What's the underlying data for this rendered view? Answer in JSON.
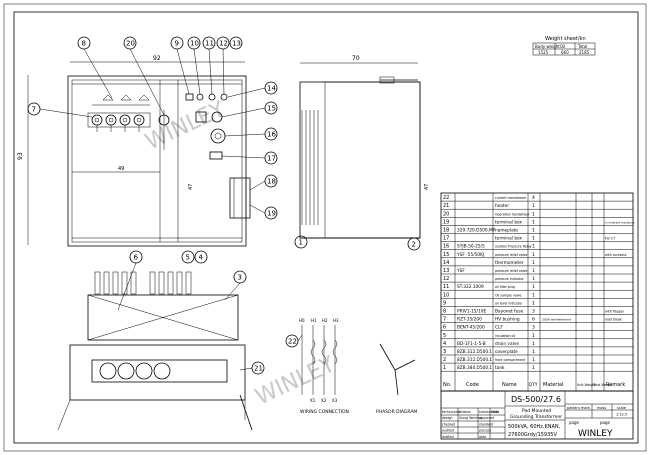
{
  "weight_sheet": {
    "title": "Weight sheet/kn",
    "headers": [
      "Body weight",
      "Oil",
      "Total"
    ],
    "values": [
      "1525",
      "660",
      "2185"
    ]
  },
  "dimensions": {
    "front_width": "92",
    "front_height": "93",
    "inner_width": "49",
    "door_height": "47",
    "side_width": "70",
    "side_height": "47"
  },
  "balloons": [
    "1",
    "2",
    "3",
    "4",
    "5",
    "6",
    "7",
    "8",
    "9",
    "10",
    "11",
    "12",
    "13",
    "14",
    "15",
    "16",
    "17",
    "18",
    "19",
    "20",
    "21",
    "22"
  ],
  "bom": {
    "header": [
      "No.",
      "Code",
      "Name",
      "QTY",
      "Material",
      "Unit Weight",
      "Total Weight",
      "Remark"
    ],
    "rows": [
      [
        "22",
        "",
        "current transformer",
        "4",
        "",
        "",
        "",
        ""
      ],
      [
        "21",
        "",
        "heater",
        "1",
        "",
        "",
        "",
        ""
      ],
      [
        "20",
        "",
        "Operation handwheel",
        "1",
        "",
        "",
        "",
        ""
      ],
      [
        "19",
        "",
        "terminal box",
        "1",
        "",
        "",
        "",
        "in inherent insulance"
      ],
      [
        "18",
        "329.720.D500.MP",
        "nameplate",
        "1",
        "",
        "",
        "",
        ""
      ],
      [
        "17",
        "",
        "terminal box",
        "1",
        "",
        "",
        "",
        "For CT"
      ],
      [
        "16",
        "SYJB-50-25/5",
        "Sudden Pressure Relay",
        "1",
        "",
        "",
        "",
        ""
      ],
      [
        "15",
        "YSF -55/50KJ",
        "pressure relief valve",
        "1",
        "",
        "",
        "",
        "with contacts"
      ],
      [
        "14",
        "",
        "thermometer",
        "1",
        "",
        "",
        "",
        ""
      ],
      [
        "13",
        "YSF",
        "pressure relief valve",
        "1",
        "",
        "",
        "",
        ""
      ],
      [
        "12",
        "",
        "pressure indicator",
        "1",
        "",
        "",
        "",
        ""
      ],
      [
        "11",
        "ST.322.1009",
        "oil filler plug",
        "1",
        "",
        "",
        "",
        ""
      ],
      [
        "10",
        "",
        "Oil sample valve",
        "1",
        "",
        "",
        "",
        ""
      ],
      [
        "9",
        "",
        "oil level indicator",
        "1",
        "",
        "",
        "",
        ""
      ],
      [
        "8",
        "PRIV1-15/10E",
        "Bayonet fuse",
        "3",
        "",
        "",
        "",
        "with flapper"
      ],
      [
        "7",
        "RZT-35/200",
        "HV bushing",
        "6",
        "200A welldelement",
        "",
        "",
        "load break"
      ],
      [
        "6",
        "BENT-45/200",
        "CLF",
        "3",
        "",
        "",
        "",
        ""
      ],
      [
        "5",
        "",
        "insulation oil",
        "1",
        "",
        "",
        "",
        ""
      ],
      [
        "4",
        "BD-1F1-1-5-B",
        "drain valve",
        "1",
        "",
        "",
        "",
        ""
      ],
      [
        "3",
        "8ZB.312.D500.1",
        "coverplate",
        "1",
        "",
        "",
        "",
        ""
      ],
      [
        "2",
        "8ZB.312.D500.1",
        "front compartment",
        "1",
        "",
        "",
        "",
        ""
      ],
      [
        "1",
        "8ZB.384.D500.1",
        "tank",
        "1",
        "",
        "",
        "",
        ""
      ]
    ]
  },
  "title_block": {
    "drawing_no": "DS-500/27.6",
    "title_line1": "Pad Mounted",
    "title_line2": "Grounding Transformer",
    "spec_line1": "500kVA, 60Hz,KNAN,",
    "spec_line2": "27600Grdy/15935V",
    "company": "WINLEY",
    "stage_labels": [
      "pattern mark",
      "mass",
      "scale"
    ],
    "scale": "1:12.5",
    "sheet": "page",
    "pages": "page",
    "sign_rows": [
      [
        "technicalde",
        "mideze",
        "kriankutidda",
        "idate"
      ],
      [
        "design",
        "Xiong Wenhua",
        "approved",
        ""
      ],
      [
        "checked",
        "",
        "standard",
        ""
      ],
      [
        "audited",
        "",
        "process",
        ""
      ],
      [
        "drafted",
        "",
        "date",
        ""
      ]
    ]
  },
  "captions": {
    "wiring": "WIRING CONNECTION",
    "phasor": "PHASOR DIAGRAM"
  },
  "terminal_labels": {
    "top": [
      "H0",
      "H1",
      "H2",
      "H3"
    ],
    "bottom": [
      "X1",
      "X2",
      "X3"
    ]
  },
  "watermark": "WINLEY"
}
